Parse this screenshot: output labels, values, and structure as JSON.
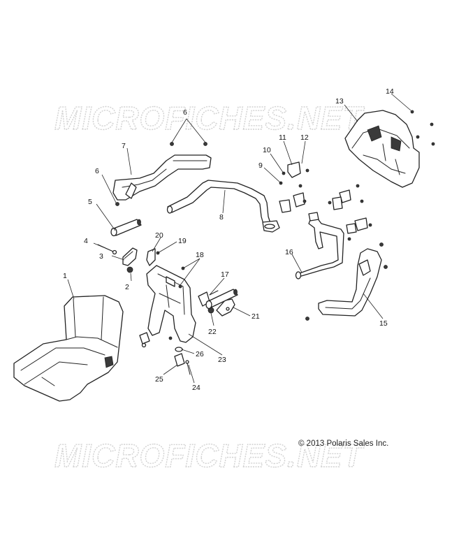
{
  "watermark": {
    "text": "MICROFICHES.NET"
  },
  "copyright": "© 2013 Polaris Sales Inc.",
  "callouts": [
    "1",
    "2",
    "3",
    "4",
    "5",
    "6",
    "6",
    "7",
    "8",
    "9",
    "10",
    "11",
    "12",
    "13",
    "14",
    "15",
    "16",
    "17",
    "18",
    "19",
    "20",
    "21",
    "22",
    "23",
    "24",
    "25",
    "26"
  ]
}
